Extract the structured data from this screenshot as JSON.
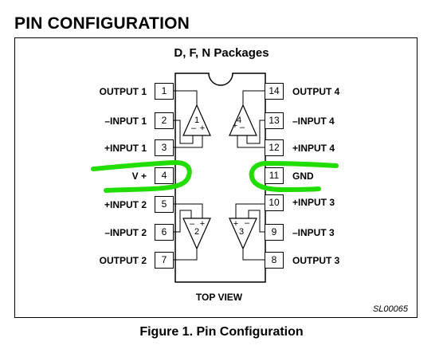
{
  "heading": "PIN CONFIGURATION",
  "package_title": "D, F, N Packages",
  "top_view": "TOP VIEW",
  "doc_code": "SL00065",
  "caption": "Figure 1.  Pin Configuration",
  "pins_left": [
    {
      "num": "1",
      "label": "OUTPUT 1"
    },
    {
      "num": "2",
      "label": "–INPUT 1"
    },
    {
      "num": "3",
      "label": "+INPUT 1"
    },
    {
      "num": "4",
      "label": "V +"
    },
    {
      "num": "5",
      "label": "+INPUT 2"
    },
    {
      "num": "6",
      "label": "–INPUT 2"
    },
    {
      "num": "7",
      "label": "OUTPUT 2"
    }
  ],
  "pins_right": [
    {
      "num": "14",
      "label": "OUTPUT 4"
    },
    {
      "num": "13",
      "label": "–INPUT 4"
    },
    {
      "num": "12",
      "label": "+INPUT 4"
    },
    {
      "num": "11",
      "label": "GND"
    },
    {
      "num": "10",
      "label": "+INPUT 3"
    },
    {
      "num": "9",
      "label": "–INPUT 3"
    },
    {
      "num": "8",
      "label": "OUTPUT 3"
    }
  ],
  "amplifiers": [
    {
      "num": "1",
      "minus": "–",
      "plus": "+"
    },
    {
      "num": "4",
      "minus": "–",
      "plus": "+"
    },
    {
      "num": "2",
      "minus": "–",
      "plus": "+"
    },
    {
      "num": "3",
      "minus": "–",
      "plus": "+"
    }
  ],
  "highlight_color": "#22dd00"
}
